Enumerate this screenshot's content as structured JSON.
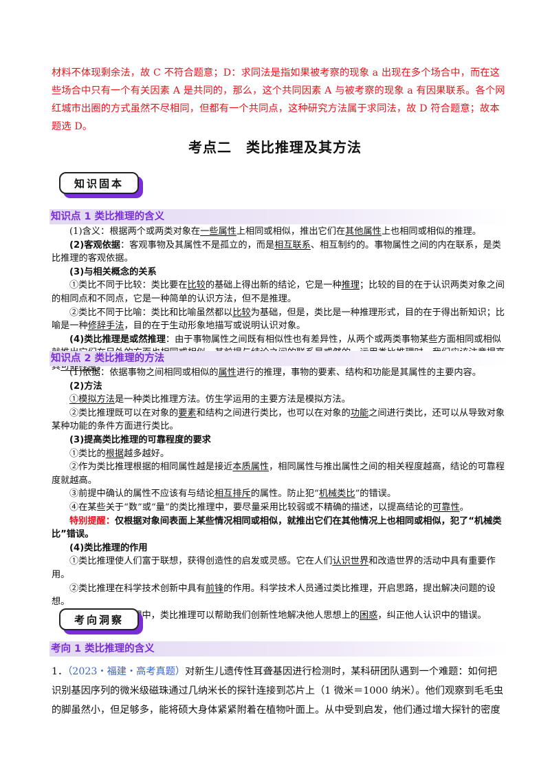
{
  "intro": {
    "text": "材料不体现剩余法，故 C 不符合题意；D：求同法是指如果被考察的现象 a 出现在多个场合中，而在这些场合中只有一个有关因素 A 是共同的，那么，这个共同因素 A 与被考察的现象 a 有因果联系。各个网红城市出圈的方式虽然不尽相同，但都有一个共同点，这种研究方法属于求同法，故 D 符合题意；故本题选 D。"
  },
  "title": "考点二　类比推理及其方法",
  "badge1": "知识固本",
  "badge2": "考向洞察",
  "section1": {
    "heading": "知识点 1  类比推理的含义"
  },
  "section2": {
    "heading": "知识点 2  类比推理的方法"
  },
  "section3": {
    "heading": "考向 1  类比推理的含义"
  },
  "p1": {
    "a": "(1)含义：根据两个或两类对象在",
    "u1": "一些属性",
    "b": "上相同或相似，推出它们在",
    "u2": "其他属性",
    "c": "上也相同或相似的推理。"
  },
  "p2": {
    "label": "(2)客观依据",
    "a": "：客观事物及其属性不是孤立的，而是",
    "u1": "相互联系",
    "b": "、相互制约的。事物属性之间的内在联系，是类比推理的客观依据。"
  },
  "p3": {
    "label": "(3)与相关概念的关系"
  },
  "p4": {
    "a": "①类比不同于比较：类比要在",
    "u1": "比较",
    "b": "的基础上得出新的结论，它是一种",
    "u2": "推理",
    "c": "；比较的目的在于认识两类对象之间的相同点和不同点，它是一种简单的认识方法，但不是推理。"
  },
  "p5": {
    "a": "②类比不同于比喻：类比和比喻虽然都以",
    "u1": "比较",
    "b": "为基础，但是，类比是一种推理形式，目的在于得出新知识；比喻是一种",
    "u2": "修辞手法",
    "c": "，目的在于生动形象地描写或说明认识对象。"
  },
  "p6": {
    "label": "(4)类比推理是或然推理",
    "a": "：由于事物属性之间既有相似性也有差异性，从两个或两类事物某些方面相同或相似就推出它们在另外的方面也相同或相似，其前提与结论之间的联系是或然的。运用类比推理时，我们应该注意提高其",
    "u1": "可靠程度",
    "b": "。"
  },
  "q1": {
    "a": "(1)依据：依据事物之间相同或相似的",
    "u1": "属性",
    "b": "进行的推理，事物的要素、结构和功能是其属性的主要内容。"
  },
  "q2": {
    "label": "(2)方法"
  },
  "q3": {
    "u1": "①模拟方法",
    "a": "是一种类比推理方法。仿生学运用的主要方法是模拟方法。"
  },
  "q4": {
    "a": "②类比推理既可以在对象的",
    "u1": "要素",
    "b": "和结构之间进行类比，也可以在对象的",
    "u2": "功能",
    "c": "之间进行类比，还可以从导致对象某种功能的条件方面进行类比。"
  },
  "q5": {
    "label": "(3)提高类比推理的可靠程度的要求"
  },
  "q6": {
    "a": "①类比的",
    "u1": "根据",
    "b": "越多越好。"
  },
  "q7": {
    "a": "②作为类比推理根据的相同属性越是接近",
    "u1": "本质属性",
    "b": "，相同属性与推出属性之间的相关程度越高，结论的可靠程度就越高。"
  },
  "q8": {
    "a": "③前提中确认的属性不应该有与结论",
    "u1": "相互排斥",
    "b": "的属性。防止犯“",
    "u2": "机械类比",
    "c": "”的错误。"
  },
  "q9": {
    "a": "④在某些关于“数”或“量”的类比推理中，要尽量采用比较弱或不精确的描述，以提高结论的",
    "u1": "可靠性",
    "b": "。"
  },
  "q10": {
    "red": "特别提醒：",
    "a": "仅根据对象间表面上某些情况相同或相似，就推出它们在其他情况上也相同或相似，犯了“机械类比”错误。"
  },
  "q11": {
    "label": "(4)类比推理的作用"
  },
  "q12": {
    "a": "①类比推理使人们富于联想，获得创造性的启发或灵感。它在人们",
    "u1": "认识世界",
    "b": "和改造世界的活动中具有重要作用。"
  },
  "q13": {
    "a": "②类比推理在科学技术创新中具有",
    "u1": "前锋",
    "b": "的作用。科学技术人员通过类比推理，开启思路，提出解决问题的设想。"
  },
  "q14": {
    "a": "③在日常论证说理中，类比推理可以帮助我们创新性地解决他人思想上的",
    "u1": "困惑",
    "b": "，纠正他人认识中的错误。"
  },
  "question": {
    "num": "1．",
    "source": "（2023・福建・高考真题）",
    "text": "对新生儿遗传性耳聋基因进行检测时，某科研团队遇到一个难题：如何把识别基因序列的微米级磁珠通过几纳米长的探针连接到芯片上（1 微米＝1000 纳米）。他们观察到毛毛虫的脚虽然小，但足够多，能将硕大身体紧紧附着在植物叶面上。从中受到启发，他们通过增大探针的密度"
  }
}
